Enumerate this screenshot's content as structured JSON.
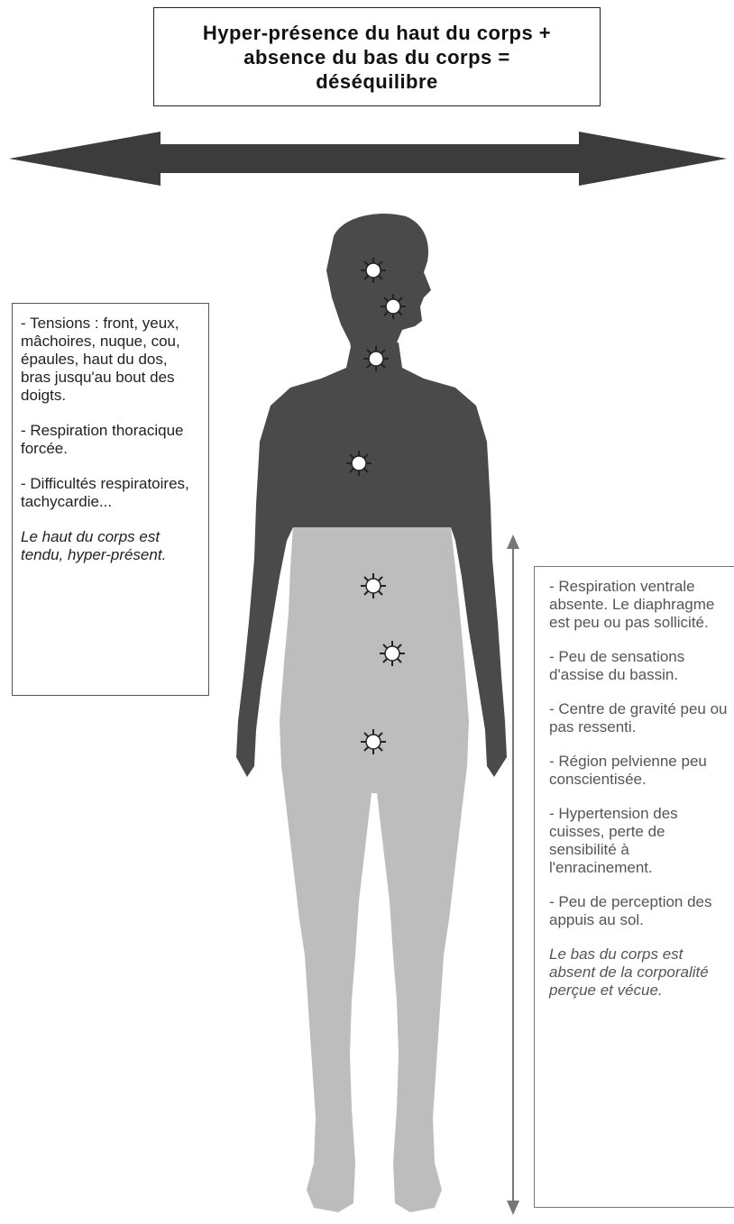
{
  "title": {
    "lines": [
      "Hyper-présence du haut du corps +",
      "absence du bas du corps =",
      "déséquilibre"
    ]
  },
  "upper_body": {
    "items": [
      "- Tensions : front, yeux, mâchoires, nuque, cou, épaules, haut du dos,  bras jusqu'au bout des doigts.",
      "- Respiration thoracique forcée.",
      "- Difficultés respiratoires, tachycardie..."
    ],
    "conclusion": "Le haut du corps est tendu, hyper-présent."
  },
  "lower_body": {
    "items": [
      "- Respiration ventrale absente. Le diaphragme est peu ou pas sollicité.",
      "- Peu de sensations d'assise du bassin.",
      "- Centre de gravité peu ou pas ressenti.",
      "- Région pelvienne peu conscientisée.",
      "- Hypertension des cuisses, perte de sensibilité à l'enracinement.",
      "- Peu de perception des appuis au sol."
    ],
    "conclusion": "Le bas du corps est absent de la corporalité perçue et vécue."
  },
  "colors": {
    "upper_body": "#4a4a4a",
    "lower_body": "#bdbdbd",
    "arrow": "#3c3c3c",
    "tension_point": "#ffffff"
  },
  "icons": [
    "double-arrow-horizontal",
    "double-arrow-vertical",
    "tension-point-icon"
  ]
}
